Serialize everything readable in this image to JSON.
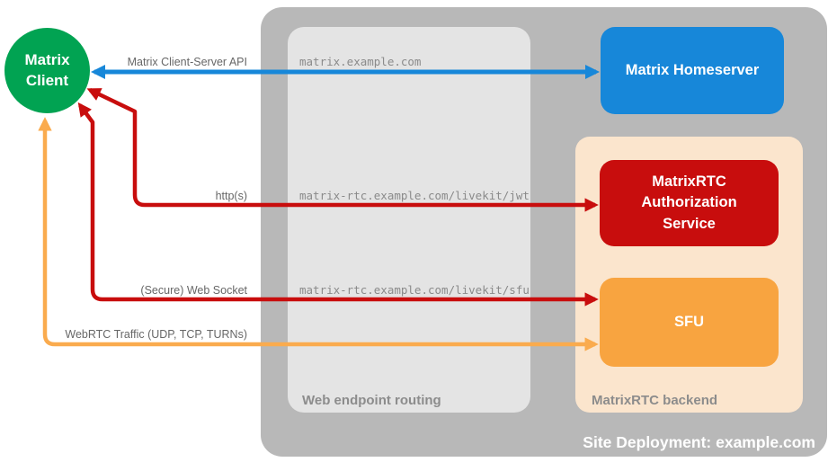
{
  "colors": {
    "canvas_bg": "#ffffff",
    "outer_container": "#b8b8b8",
    "routing_box": "#e4e4e4",
    "backend_box": "#fbe5cd",
    "client_green": "#01a352",
    "homeserver_blue": "#1787d9",
    "auth_red": "#c80d0d",
    "sfu_orange": "#f8a440",
    "arrow_blue": "#1787d9",
    "arrow_red": "#c80d0d",
    "arrow_orange": "#faab4e",
    "label_gray": "#676767",
    "container_label_gray": "#8c8c8c",
    "url_gray": "#8a8a8a"
  },
  "containers": {
    "site": {
      "label": "Site Deployment: example.com"
    },
    "routing": {
      "label": "Web endpoint routing"
    },
    "backend": {
      "label": "MatrixRTC backend"
    }
  },
  "nodes": {
    "client": {
      "label": "Matrix\nClient"
    },
    "homeserver": {
      "label": "Matrix Homeserver"
    },
    "auth": {
      "label": "MatrixRTC Authorization Service"
    },
    "sfu": {
      "label": "SFU"
    }
  },
  "edges": {
    "client_server_api": {
      "label": "Matrix Client-Server API",
      "endpoint": "matrix.example.com",
      "color": "blue",
      "bidirectional": true
    },
    "https": {
      "label": "http(s)",
      "endpoint": "matrix-rtc.example.com/livekit/jwt",
      "color": "red",
      "bidirectional": true
    },
    "websocket": {
      "label": "(Secure) Web Socket",
      "endpoint": "matrix-rtc.example.com/livekit/sfu",
      "color": "red",
      "bidirectional": true
    },
    "webrtc": {
      "label": "WebRTC Traffic (UDP, TCP, TURNs)",
      "color": "orange",
      "bidirectional": true
    }
  }
}
